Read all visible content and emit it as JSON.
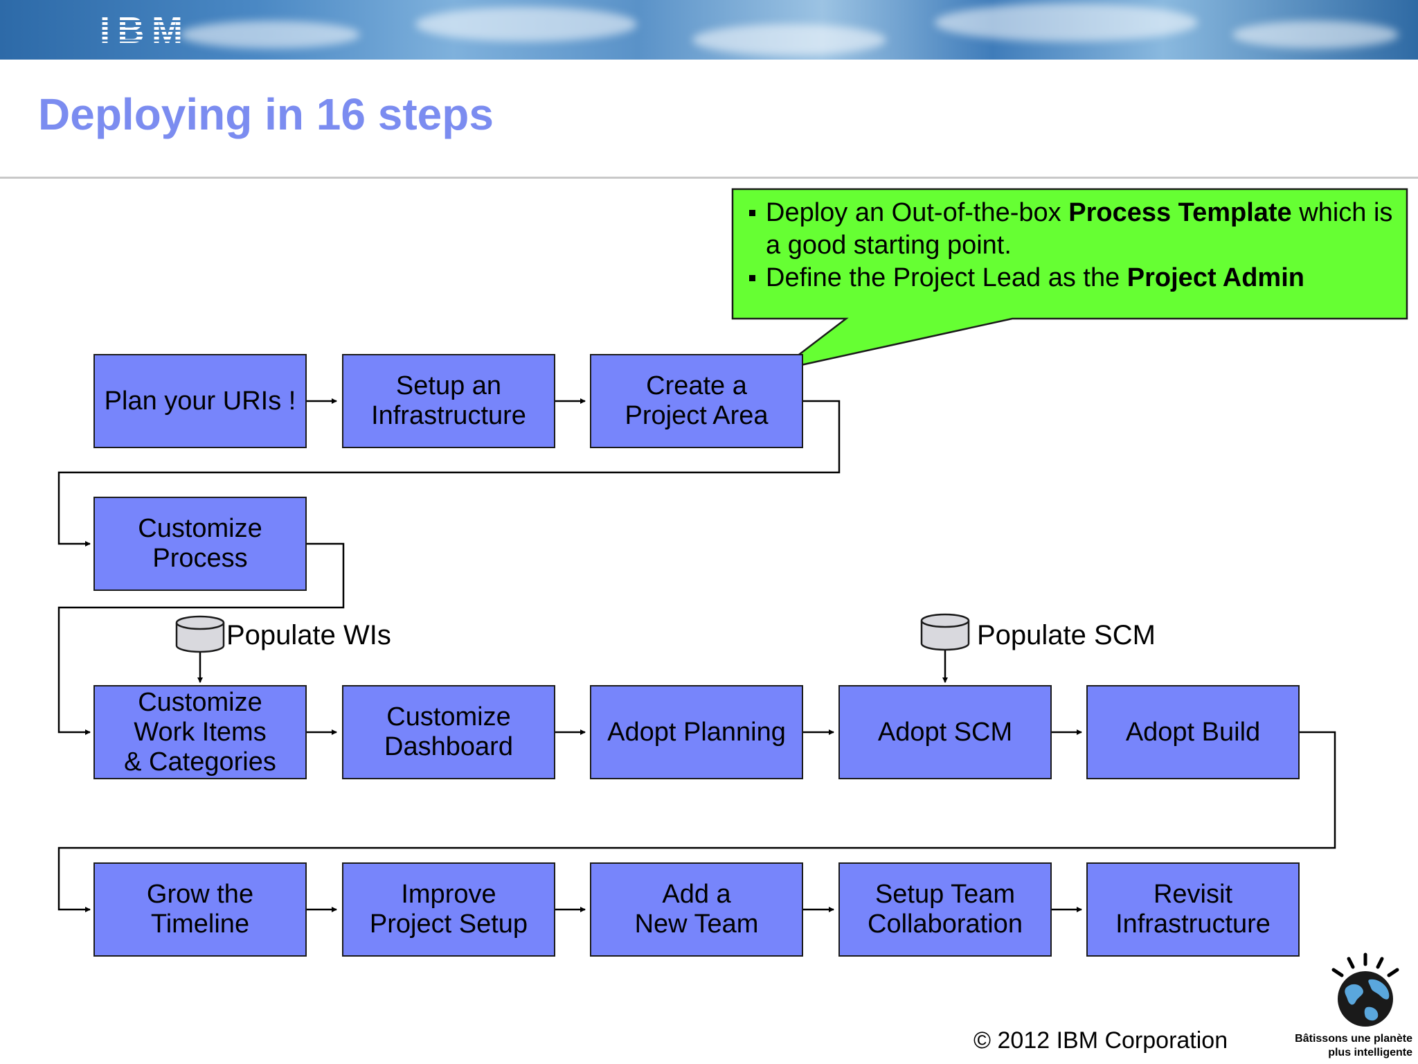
{
  "slide": {
    "title": "Deploying in 16 steps",
    "copyright": "© 2012 IBM Corporation",
    "tagline": "Bâtissons une planète\nplus intelligente",
    "logo_text": "IBM"
  },
  "colors": {
    "title": "#7b8cf0",
    "step_fill": "#7785fb",
    "callout_fill": "#66ff33",
    "database_fill": "#d9d9de"
  },
  "callout": {
    "bullets": [
      {
        "text": "Deploy an Out-of-the-box ",
        "bold": "Process Template",
        "after": " which is a good starting point."
      },
      {
        "text": "Define the Project Lead as the ",
        "bold": "Project Admin",
        "after": ""
      }
    ]
  },
  "steps": [
    "Plan your URIs !",
    "Setup an\nInfrastructure",
    "Create a\nProject Area",
    "Customize\nProcess",
    "Customize\nWork Items\n& Categories",
    "Customize\nDashboard",
    "Adopt Planning",
    "Adopt SCM",
    "Adopt Build",
    "Grow the\nTimeline",
    "Improve\nProject Setup",
    "Add a\nNew Team",
    "Setup Team\nCollaboration",
    "Revisit\nInfrastructure"
  ],
  "databases": [
    {
      "label": "Populate WIs"
    },
    {
      "label": "Populate SCM"
    }
  ]
}
